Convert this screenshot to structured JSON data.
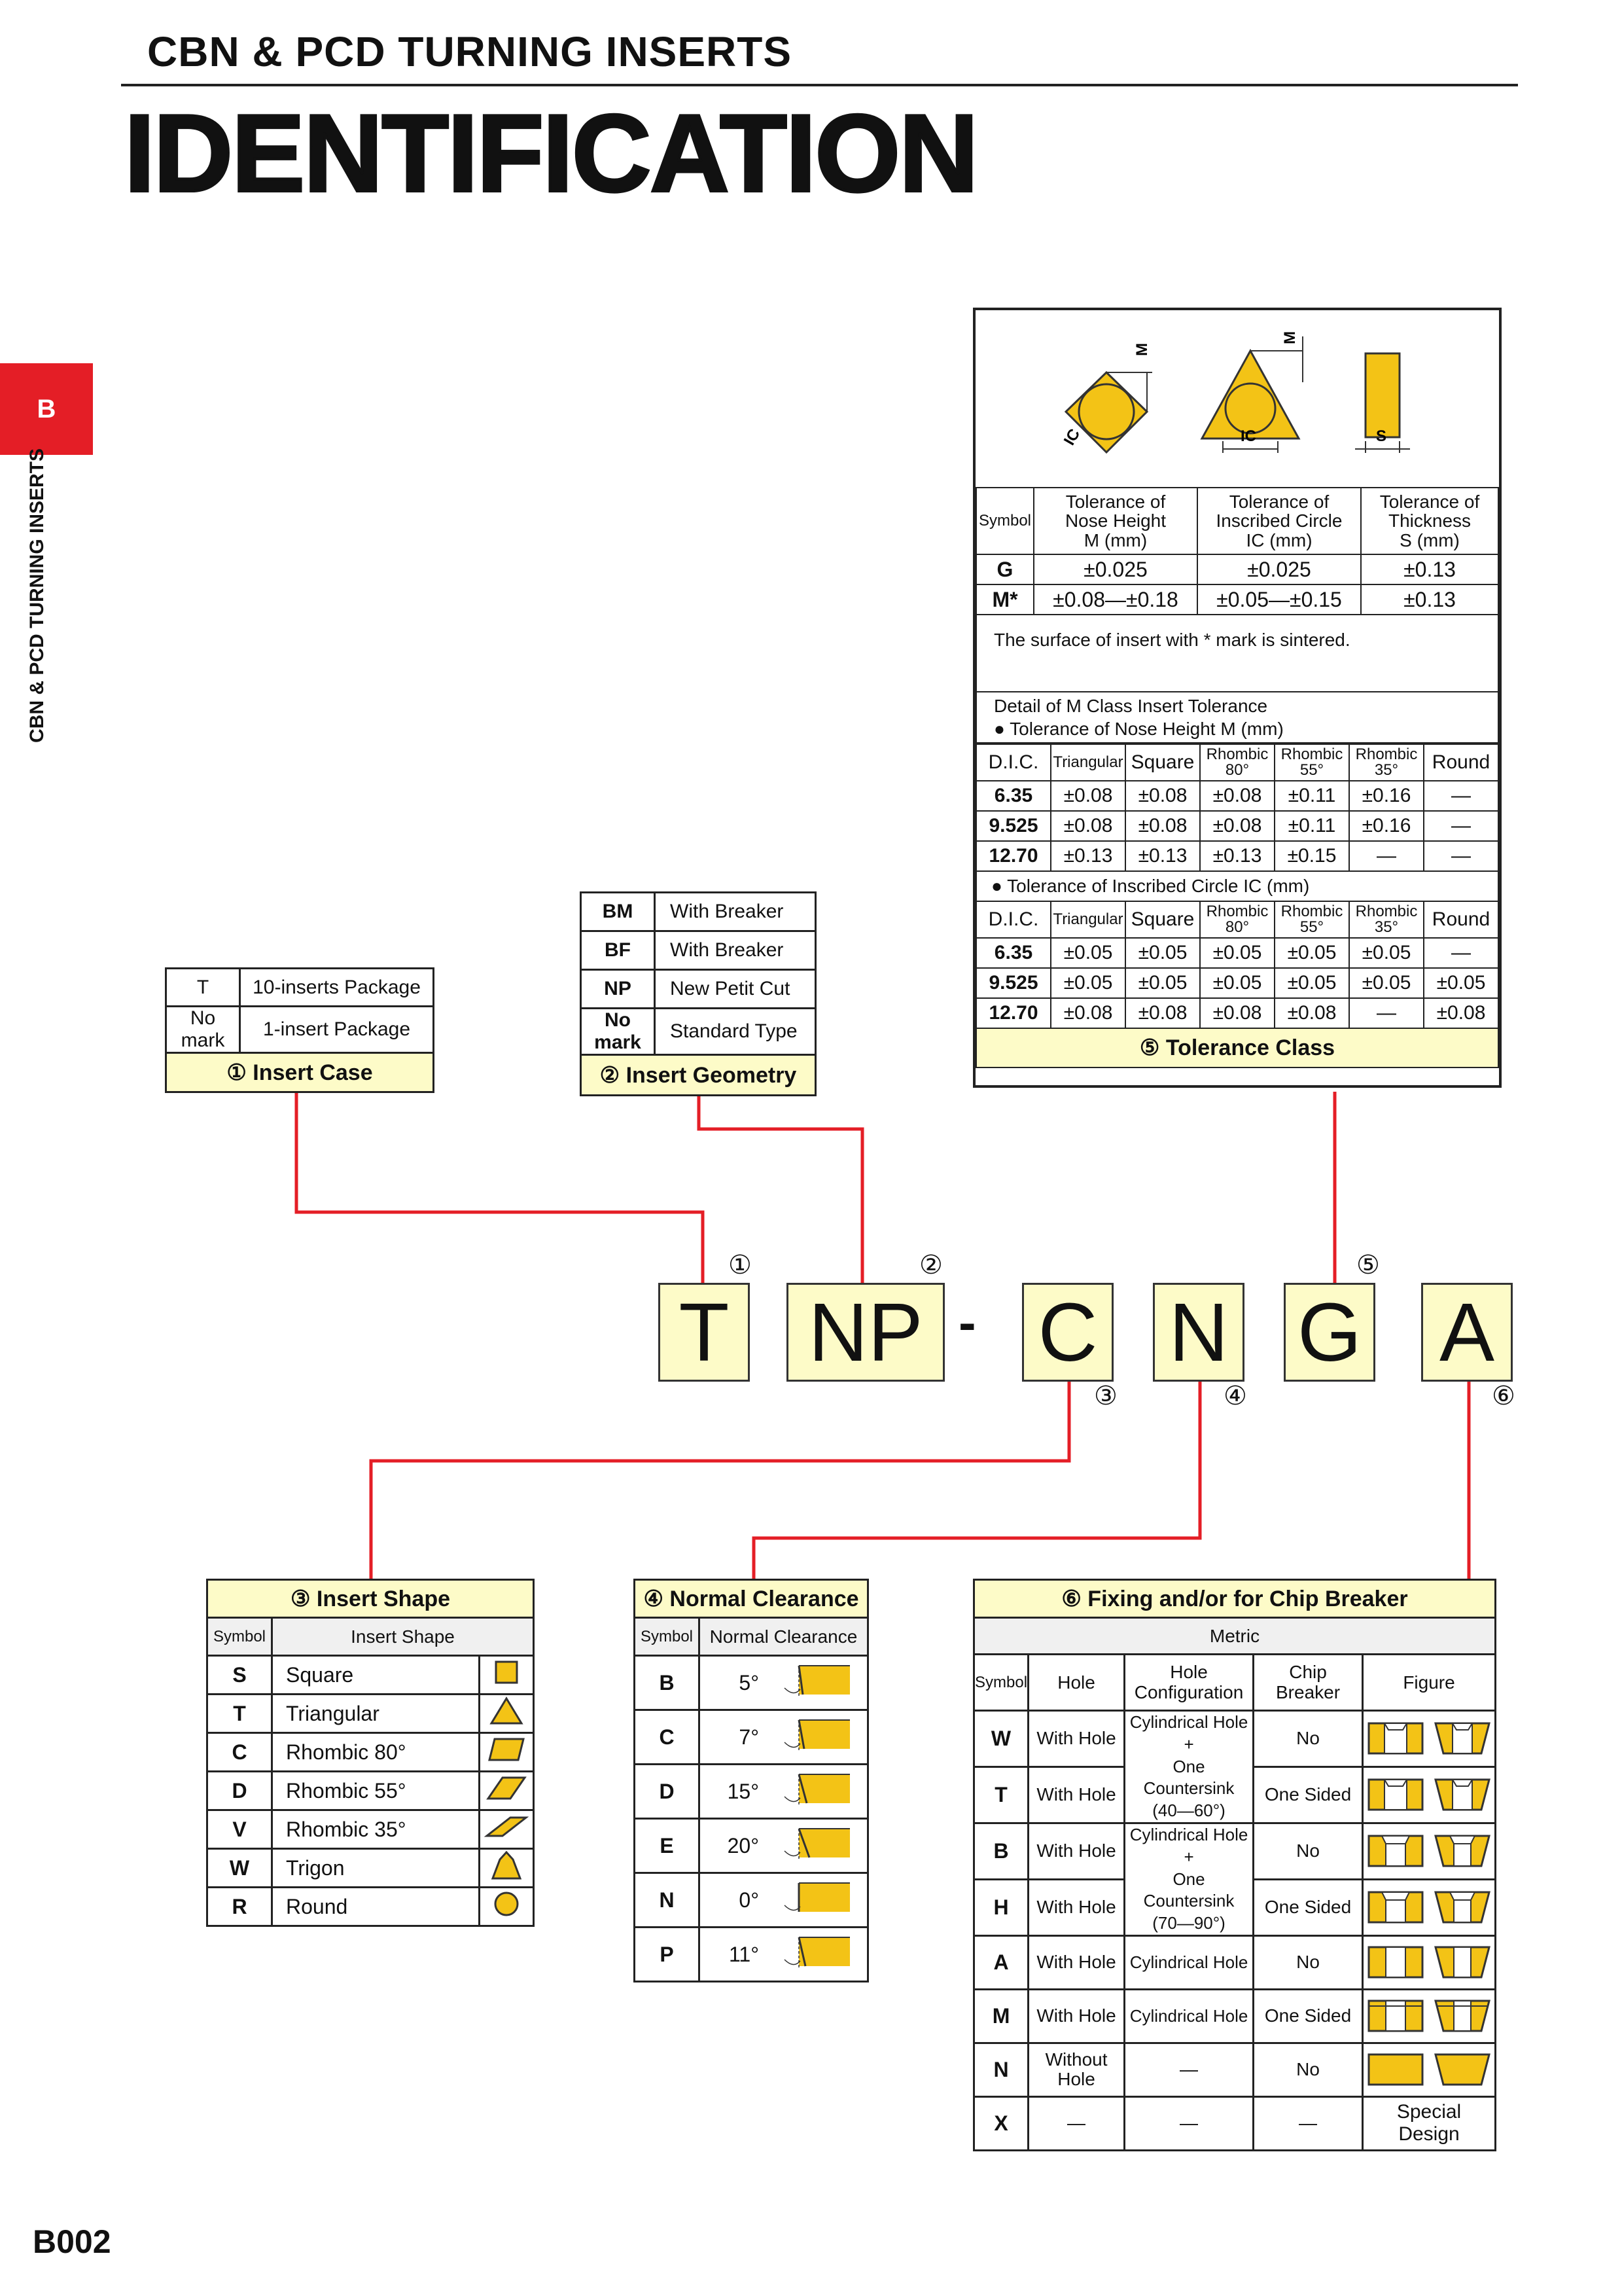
{
  "header": {
    "subtitle": "CBN & PCD TURNING INSERTS",
    "title": "IDENTIFICATION",
    "side_tab": "B",
    "side_text": "CBN & PCD TURNING INSERTS",
    "page_number": "B002"
  },
  "colors": {
    "accent_red": "#e41e26",
    "box_yellow": "#fdfbc8",
    "insert_gold": "#f3c316"
  },
  "code": {
    "parts": [
      {
        "num": "①",
        "text": "T"
      },
      {
        "num": "②",
        "text": "NP"
      },
      {
        "num": "③",
        "text": "C"
      },
      {
        "num": "④",
        "text": "N"
      },
      {
        "num": "⑤",
        "text": "G"
      },
      {
        "num": "⑥",
        "text": "A"
      }
    ],
    "separator": "-"
  },
  "insert_case": {
    "caption": "① Insert Case",
    "rows": [
      {
        "symbol": "T",
        "desc": "10-inserts Package"
      },
      {
        "symbol": "No mark",
        "desc": "1-insert Package"
      }
    ]
  },
  "insert_geometry": {
    "caption": "② Insert Geometry",
    "rows": [
      {
        "symbol": "BM",
        "desc": "With Breaker"
      },
      {
        "symbol": "BF",
        "desc": "With Breaker"
      },
      {
        "symbol": "NP",
        "desc": "New Petit Cut"
      },
      {
        "symbol": "No mark",
        "desc": "Standard Type"
      }
    ]
  },
  "tolerance_class": {
    "caption": "⑤ Tolerance Class",
    "diagram_labels": {
      "m": "M",
      "ic": "IC",
      "s": "S"
    },
    "headers": {
      "symbol": "Symbol",
      "m_line1": "Tolerance of",
      "m_line2": "Nose Height",
      "m_line3": "M (mm)",
      "ic_line1": "Tolerance of",
      "ic_line2": "Inscribed Circle",
      "ic_line3": "IC (mm)",
      "s_line1": "Tolerance of",
      "s_line2": "Thickness",
      "s_line3": "S (mm)"
    },
    "rows": [
      {
        "symbol": "G",
        "m": "±0.025",
        "ic": "±0.025",
        "s": "±0.13"
      },
      {
        "symbol": "M*",
        "m": "±0.08—±0.18",
        "ic": "±0.05—±0.15",
        "s": "±0.13"
      }
    ],
    "sinter_note": "The surface of insert with * mark is sintered.",
    "detail_title": "Detail of M Class Insert Tolerance",
    "nose_title": "● Tolerance of Nose Height M (mm)",
    "ic_title": "● Tolerance of Inscribed Circle IC (mm)",
    "detail_headers": [
      "D.I.C.",
      "Triangular",
      "Square",
      "Rhombic 80°",
      "Rhombic 55°",
      "Rhombic 35°",
      "Round"
    ],
    "rh_word": "Rhombic",
    "rh80": "80°",
    "rh55": "55°",
    "rh35": "35°",
    "nose_rows": [
      [
        "6.35",
        "±0.08",
        "±0.08",
        "±0.08",
        "±0.11",
        "±0.16",
        "—"
      ],
      [
        "9.525",
        "±0.08",
        "±0.08",
        "±0.08",
        "±0.11",
        "±0.16",
        "—"
      ],
      [
        "12.70",
        "±0.13",
        "±0.13",
        "±0.13",
        "±0.15",
        "—",
        "—"
      ]
    ],
    "ic_rows": [
      [
        "6.35",
        "±0.05",
        "±0.05",
        "±0.05",
        "±0.05",
        "±0.05",
        "—"
      ],
      [
        "9.525",
        "±0.05",
        "±0.05",
        "±0.05",
        "±0.05",
        "±0.05",
        "±0.05"
      ],
      [
        "12.70",
        "±0.08",
        "±0.08",
        "±0.08",
        "±0.08",
        "—",
        "±0.08"
      ]
    ]
  },
  "insert_shape": {
    "caption": "③ Insert Shape",
    "col_symbol": "Symbol",
    "col_shape": "Insert Shape",
    "rows": [
      {
        "symbol": "S",
        "name": "Square",
        "icon": "square-icon"
      },
      {
        "symbol": "T",
        "name": "Triangular",
        "icon": "triangle-icon"
      },
      {
        "symbol": "C",
        "name": "Rhombic 80°",
        "icon": "rhombic-80-icon"
      },
      {
        "symbol": "D",
        "name": "Rhombic 55°",
        "icon": "rhombic-55-icon"
      },
      {
        "symbol": "V",
        "name": "Rhombic 35°",
        "icon": "rhombic-35-icon"
      },
      {
        "symbol": "W",
        "name": "Trigon",
        "icon": "trigon-icon"
      },
      {
        "symbol": "R",
        "name": "Round",
        "icon": "round-icon"
      }
    ]
  },
  "normal_clearance": {
    "caption": "④ Normal Clearance",
    "col_symbol": "Symbol",
    "col_clearance": "Normal Clearance",
    "rows": [
      {
        "symbol": "B",
        "angle": "5°"
      },
      {
        "symbol": "C",
        "angle": "7°"
      },
      {
        "symbol": "D",
        "angle": "15°"
      },
      {
        "symbol": "E",
        "angle": "20°"
      },
      {
        "symbol": "N",
        "angle": "0°"
      },
      {
        "symbol": "P",
        "angle": "11°"
      }
    ]
  },
  "fixing": {
    "caption": "⑥ Fixing and/or for Chip Breaker",
    "metric": "Metric",
    "col_symbol": "Symbol",
    "col_hole": "Hole",
    "col_config_1": "Hole",
    "col_config_2": "Configuration",
    "col_chip_1": "Chip",
    "col_chip_2": "Breaker",
    "col_figure": "Figure",
    "group1_config": {
      "l1": "Cylindrical Hole",
      "l2": "+",
      "l3": "One Countersink",
      "l4": "(40—60°)"
    },
    "group2_config": {
      "l1": "Cylindrical Hole",
      "l2": "+",
      "l3": "One Countersink",
      "l4": "(70—90°)"
    },
    "rows": [
      {
        "symbol": "W",
        "hole": "With Hole",
        "config": "",
        "chip": "No"
      },
      {
        "symbol": "T",
        "hole": "With Hole",
        "config": "",
        "chip": "One Sided"
      },
      {
        "symbol": "B",
        "hole": "With Hole",
        "config": "",
        "chip": "No"
      },
      {
        "symbol": "H",
        "hole": "With Hole",
        "config": "",
        "chip": "One Sided"
      },
      {
        "symbol": "A",
        "hole": "With Hole",
        "config": "Cylindrical Hole",
        "chip": "No"
      },
      {
        "symbol": "M",
        "hole": "With Hole",
        "config": "Cylindrical Hole",
        "chip": "One Sided"
      },
      {
        "symbol": "N",
        "hole": "Without Hole",
        "config": "—",
        "chip": "No"
      },
      {
        "symbol": "X",
        "hole": "—",
        "config": "—",
        "chip": "—"
      }
    ],
    "special": "Special Design"
  }
}
